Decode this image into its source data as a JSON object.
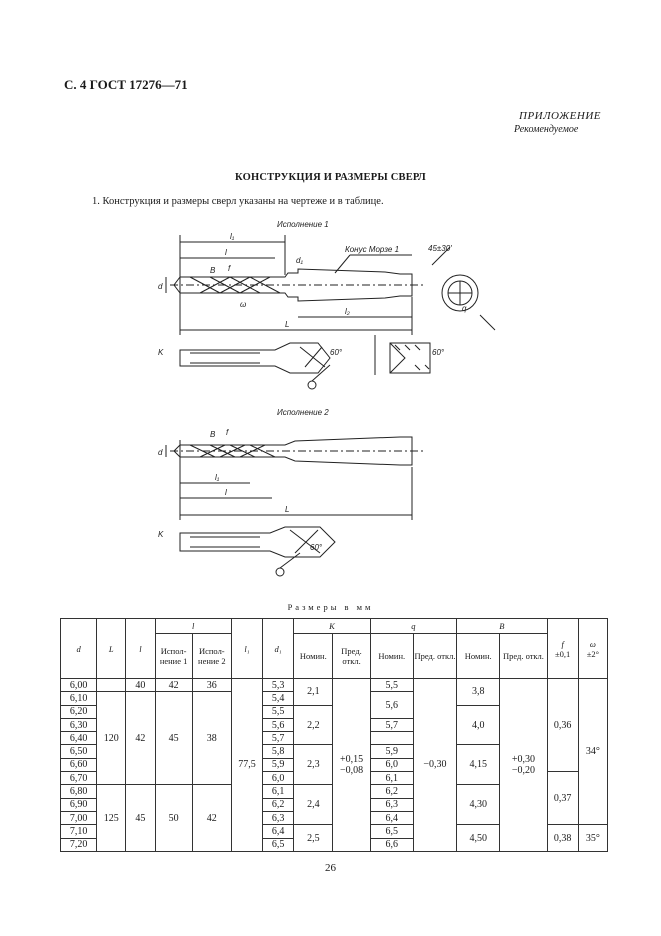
{
  "header": {
    "doc_ref": "С. 4 ГОСТ 17276—71"
  },
  "appendix": {
    "title": "ПРИЛОЖЕНИЕ",
    "subtitle": "Рекомендуемое"
  },
  "section": {
    "title": "КОНСТРУКЦИЯ И РАЗМЕРЫ СВЕРЛ",
    "paragraph": "1. Конструкция и размеры сверл указаны на чертеже и в таблице."
  },
  "drawing": {
    "variant1_label": "Исполнение 1",
    "variant2_label": "Исполнение 2",
    "morse_label": "Конус Морзе 1",
    "labels": {
      "l1": "l₁",
      "l": "l",
      "d1": "d₁",
      "l2": "l₂",
      "L": "L",
      "d": "d",
      "B": "B",
      "f": "f",
      "omega": "ω",
      "K": "K",
      "q": "q",
      "angle_top": "45±30'",
      "angle_60a": "60°",
      "angle_60b": "60°",
      "angle_60c": "60°",
      "v2_B": "B",
      "v2_f": "f",
      "v2_d": "d",
      "v2_l1": "l₁",
      "v2_l": "l",
      "v2_L": "L",
      "v2_K": "K"
    }
  },
  "table": {
    "caption": "Размеры в мм",
    "headers": {
      "d": "d",
      "L": "L",
      "l": "l",
      "l_var1": "Испол-нение 1",
      "l_var2": "Испол-нение 2",
      "l1": "l₁",
      "d1": "d₁",
      "K": "K",
      "K_nom": "Номин.",
      "K_tol": "Пред. откл.",
      "q": "q",
      "q_nom": "Номин.",
      "q_tol": "Пред. откл.",
      "B": "B",
      "B_nom": "Номин.",
      "B_tol": "Пред. откл.",
      "f": "f",
      "f_tol": "±0,1",
      "omega": "ω",
      "omega_tol": "±2°"
    },
    "d_values": [
      "6,00",
      "6,10",
      "6,20",
      "6,30",
      "6,40",
      "6,50",
      "6,60",
      "6,70",
      "6,80",
      "6,90",
      "7,00",
      "7,10",
      "7,20"
    ],
    "d1_values": [
      "5,3",
      "5,4",
      "5,5",
      "5,6",
      "5,7",
      "5,8",
      "5,9",
      "6,0",
      "6,1",
      "6,2",
      "6,3",
      "6,4",
      "6,5"
    ],
    "q_values": [
      "5,5",
      "5,6",
      "5,7",
      "5,9",
      "6,0",
      "6,1",
      "6,2",
      "6,3",
      "6,4",
      "6,5",
      "6,6"
    ],
    "L_values": [
      "120",
      "125"
    ],
    "l_values": [
      "40",
      "42",
      "45"
    ],
    "l_var1_values": [
      "42",
      "45",
      "50"
    ],
    "l_var2_values": [
      "36",
      "38",
      "42"
    ],
    "l1_value": "77,5",
    "K_values": [
      "2,1",
      "2,2",
      "2,3",
      "2,4",
      "2,5"
    ],
    "K_tol": "+0,15\n−0,08",
    "q_tol": "−0,30",
    "B_values": [
      "3,8",
      "4,0",
      "4,15",
      "4,30",
      "4,50"
    ],
    "B_tol": "+0,30\n−0,20",
    "f_values": [
      "0,36",
      "0,37",
      "0,38"
    ],
    "omega_values": [
      "34°",
      "35°"
    ]
  },
  "page_number": "26"
}
